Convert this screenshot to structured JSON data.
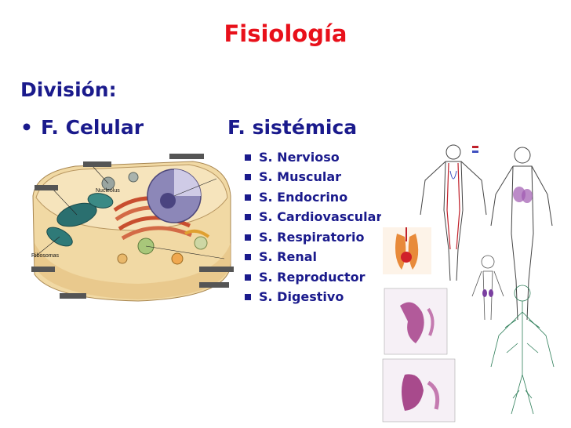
{
  "title": "Fisiología",
  "division_label": "División:",
  "bullet_glyph": "•",
  "celular_label": "F. Celular",
  "sistemica_label": "F. sistémica",
  "systems": [
    "S. Nervioso",
    "S. Muscular",
    "S. Endocrino",
    "S. Cardiovascular",
    "S. Respiratorio",
    "S. Renal",
    "S. Reproductor",
    "S. Digestivo"
  ],
  "cell_labels": {
    "nucleolus": "Nucleolus",
    "ribosomas": "Ribosomas"
  },
  "colors": {
    "title": "#e8101a",
    "text": "#1a1a8c"
  }
}
